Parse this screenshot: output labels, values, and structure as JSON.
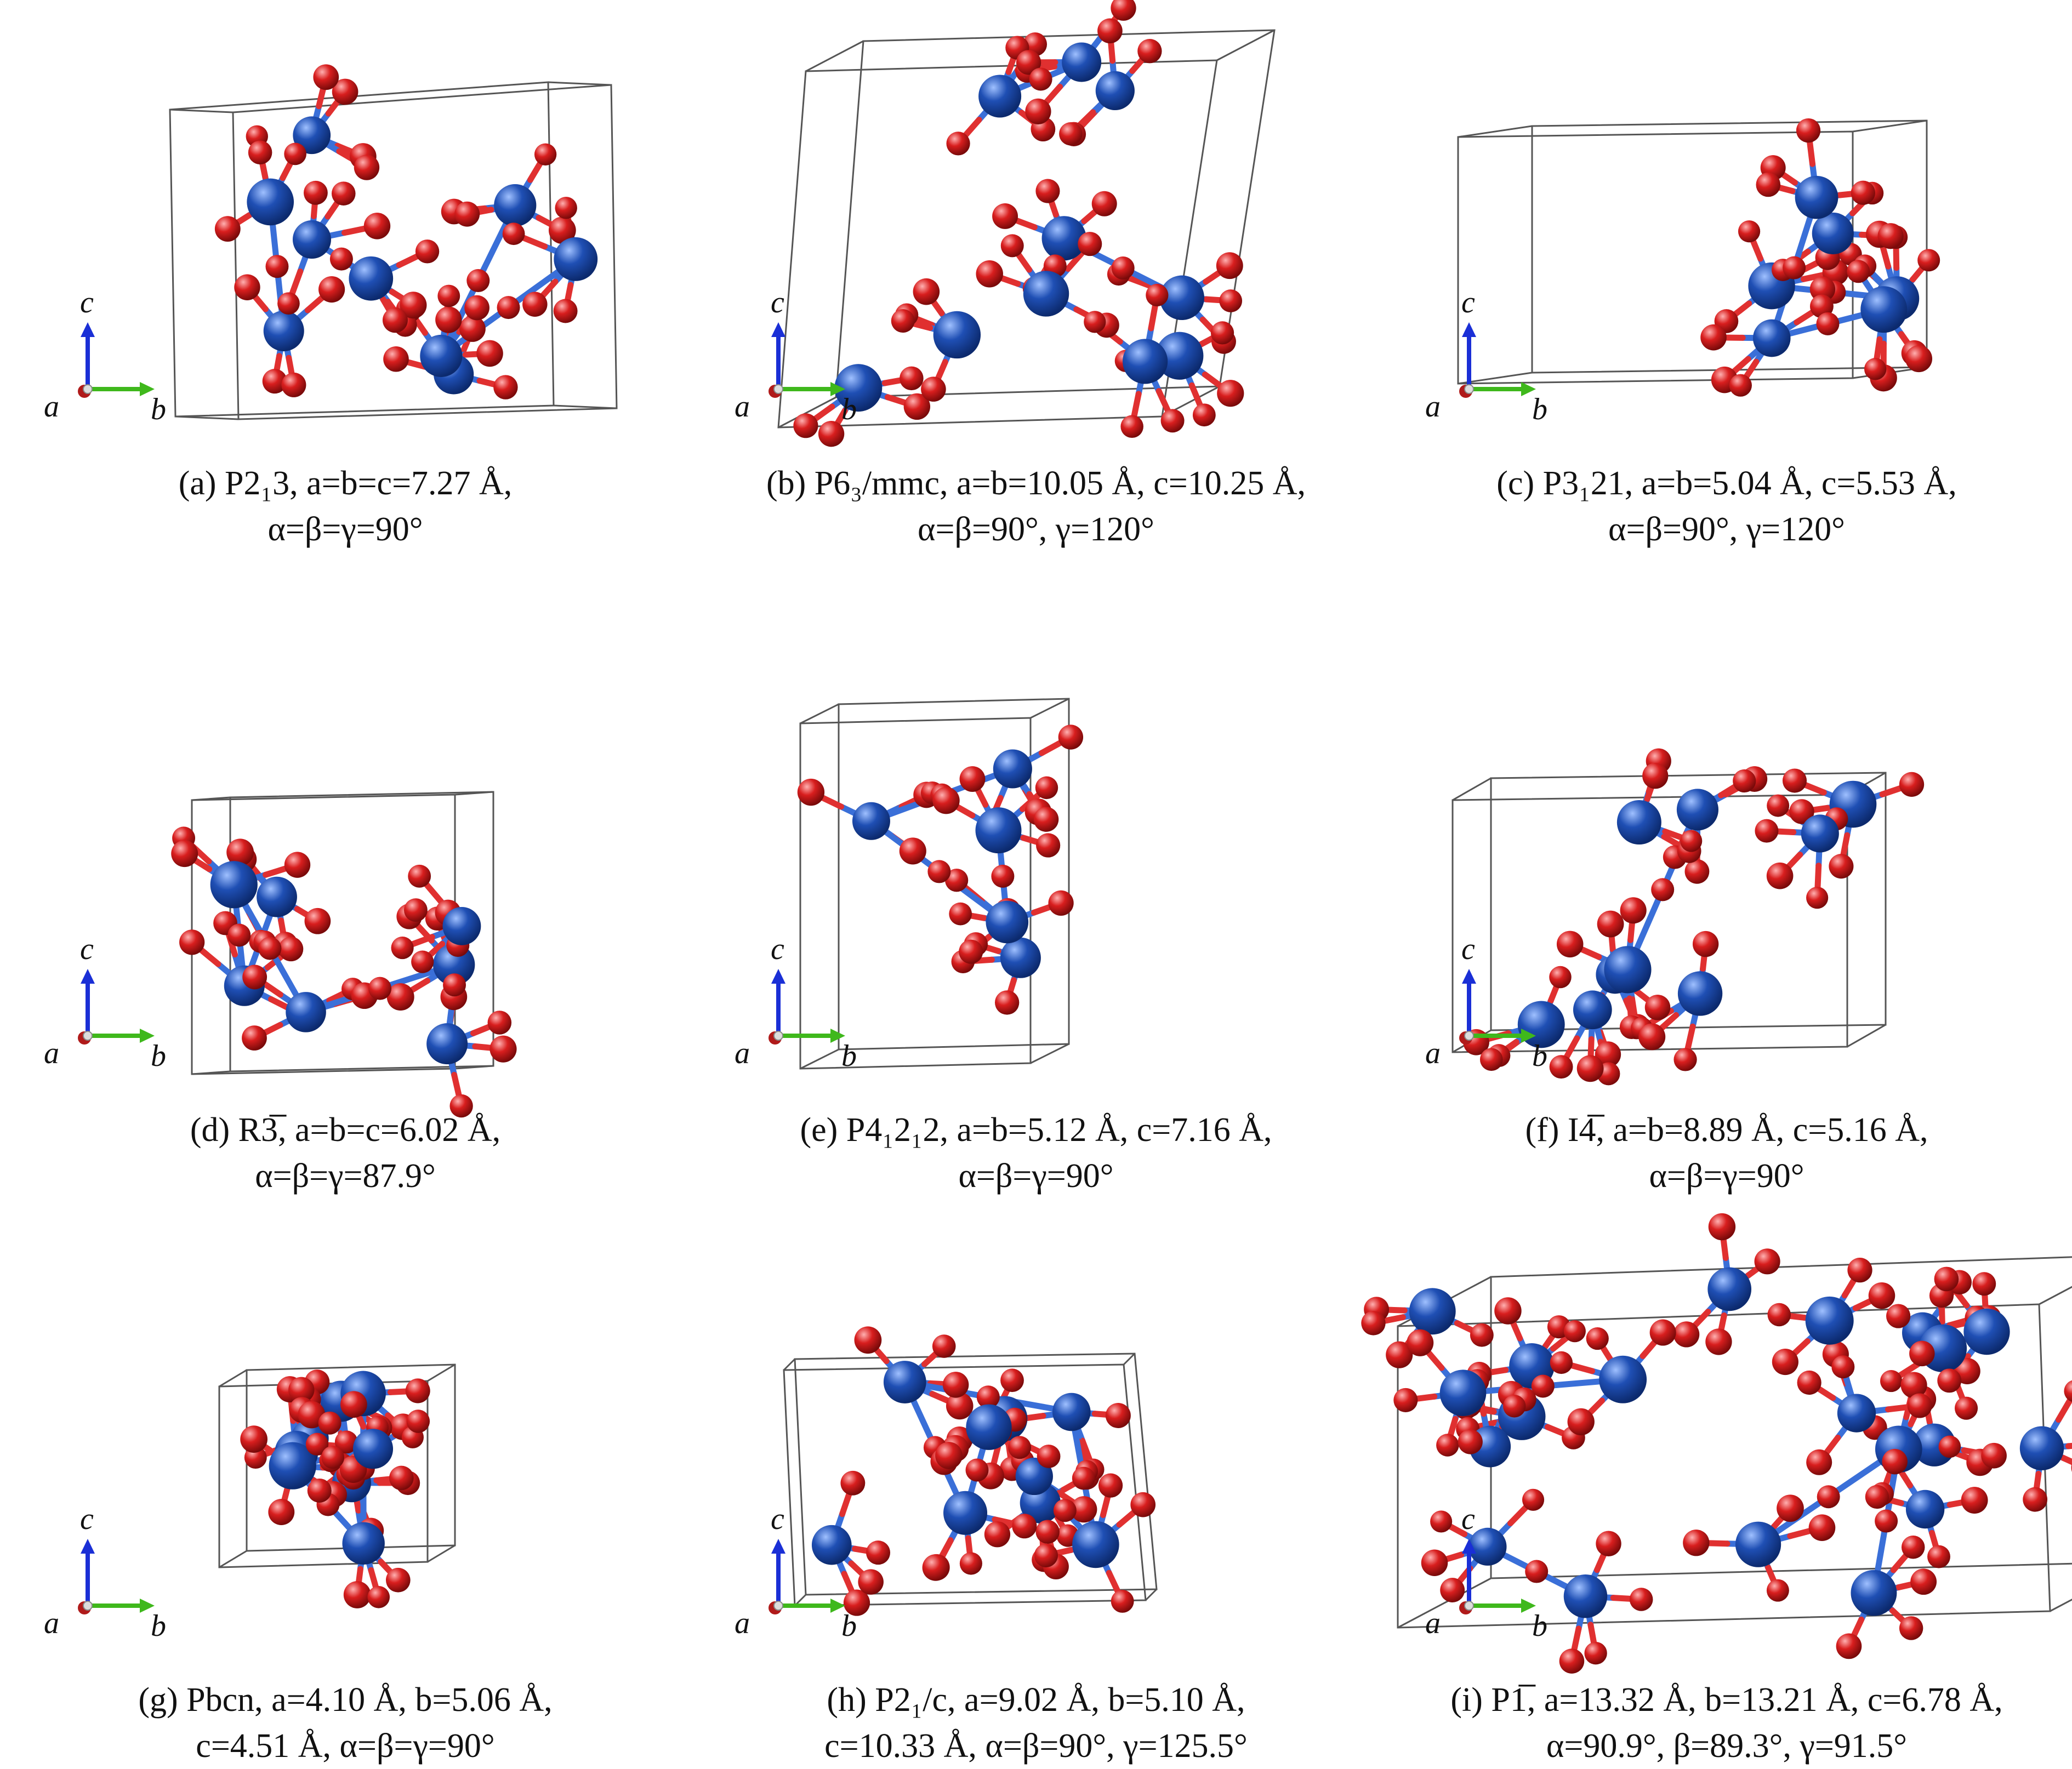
{
  "colors": {
    "si": "#1f4fb4",
    "o": "#d81e1e",
    "bond_si": "#3a6fd8",
    "bond_o": "#e03030",
    "cell": "#555555",
    "axis_c": "#1a2fd6",
    "axis_b": "#3fb81c",
    "axis_a": "#b01a1a"
  },
  "axes_labels": {
    "a": "a",
    "b": "b",
    "c": "c"
  },
  "panels": [
    {
      "id": "a",
      "line1": "(a) P2₁3, a=b=c=7.27 Å,",
      "line2": "α=β=γ=90°"
    },
    {
      "id": "b",
      "line1": "(b) P6₃/mmc, a=b=10.05 Å, c=10.25 Å,",
      "line2": "α=β=90°, γ=120°"
    },
    {
      "id": "c",
      "line1": "(c) P3₁21, a=b=5.04 Å, c=5.53 Å,",
      "line2": "α=β=90°, γ=120°"
    },
    {
      "id": "d",
      "line1": "(d) R3̅, a=b=c=6.02 Å,",
      "line2": "α=β=γ=87.9°"
    },
    {
      "id": "e",
      "line1": "(e) P4₁2₁2, a=b=5.12 Å, c=7.16 Å,",
      "line2": "α=β=γ=90°"
    },
    {
      "id": "f",
      "line1": "(f) I4̅, a=b=8.89 Å, c=5.16 Å,",
      "line2": "α=β=γ=90°"
    },
    {
      "id": "g",
      "line1": "(g) Pbcn, a=4.10 Å, b=5.06 Å,",
      "line2": "c=4.51 Å, α=β=γ=90°"
    },
    {
      "id": "h",
      "line1": "(h) P2₁/c, a=9.02 Å, b=5.10 Å,",
      "line2": "c=10.33 Å, α=β=90°, γ=125.5°"
    },
    {
      "id": "i",
      "line1": "(i) P1̅, a=13.32 Å, b=13.21 Å, c=6.78 Å,",
      "line2": "α=90.9°, β=89.3°, γ=91.5°"
    }
  ]
}
